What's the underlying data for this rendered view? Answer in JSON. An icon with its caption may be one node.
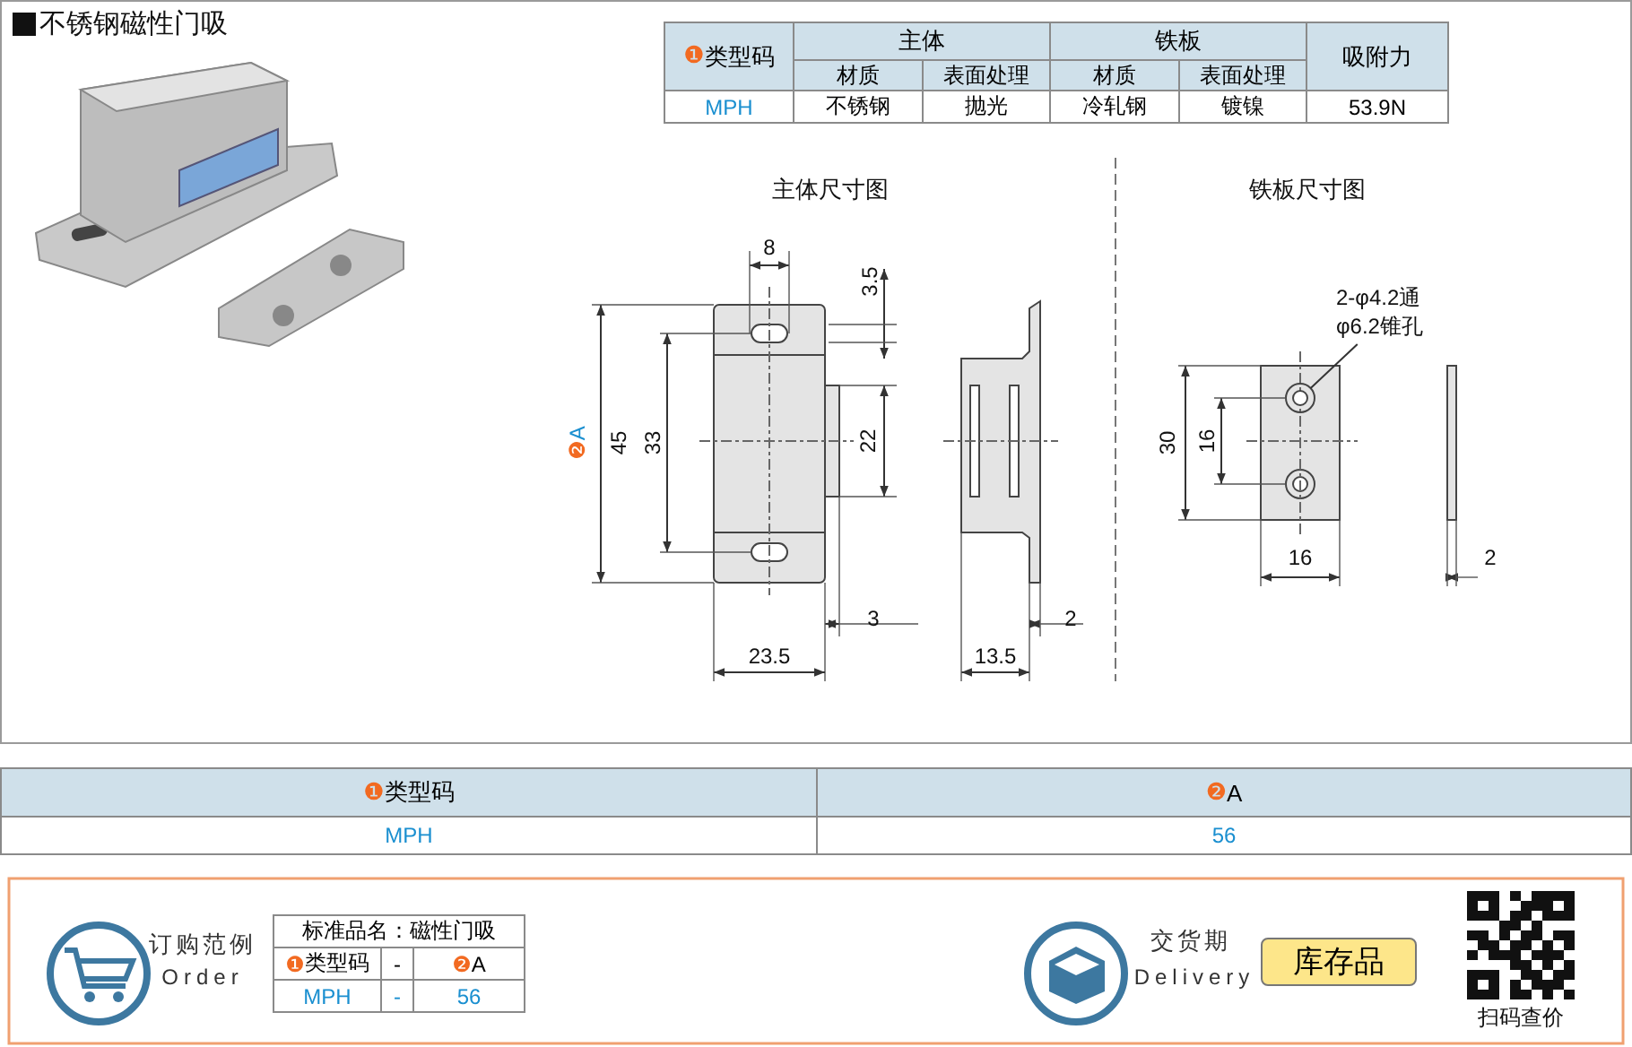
{
  "diagram": {
    "title": "不锈钢磁性门吸",
    "nodes": [
      {
        "text": [
          "2-φ4.2通 φ6.2锥孔"
        ]
      },
      {
        "text": [],
        "shape": "circle"
      }
    ],
    "edges": [
      {
        "from": 0,
        "to": 1,
        "arrow": "none"
      }
    ],
    "labels": [
      "❶类型码",
      "主体",
      "铁板",
      "吸附力",
      "材质",
      "表面处理",
      "材质",
      "表面处理",
      "MPH",
      "不锈钢",
      "抛光",
      "冷轧钢",
      "镀镍",
      "53.9N",
      "主体尺寸图",
      "铁板尺寸图",
      "8",
      "3.5",
      "❷A",
      "45",
      "33",
      "22",
      "3",
      "23.5",
      "13.5",
      "2",
      "30",
      "16",
      "16",
      "2",
      "❶类型码",
      "❷A",
      "MPH",
      "56",
      "订购范例",
      "Order",
      "标准品名：磁性门吸",
      "❶类型码",
      "-",
      "❷A",
      "MPH",
      "-",
      "56",
      "交货期",
      "Delivery",
      "库存品",
      "扫码查价"
    ]
  }
}
